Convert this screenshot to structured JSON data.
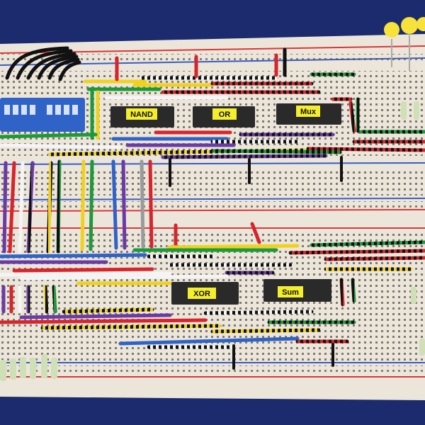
{
  "scene": {
    "description_colors": {
      "board": "#efe9df",
      "background": "#1c2a6e",
      "chip": "#2a2a2a",
      "label_yellow": "#f4ee2c",
      "power_rail_red": "#d8383c",
      "power_rail_blue": "#3a5cc4",
      "led": "#f7e23a"
    }
  },
  "chips": [
    {
      "id": "nand",
      "label": "NAND"
    },
    {
      "id": "or",
      "label": "OR"
    },
    {
      "id": "mux",
      "label": "Mux"
    },
    {
      "id": "xor",
      "label": "XOR"
    },
    {
      "id": "sum",
      "label": "Sum"
    }
  ]
}
